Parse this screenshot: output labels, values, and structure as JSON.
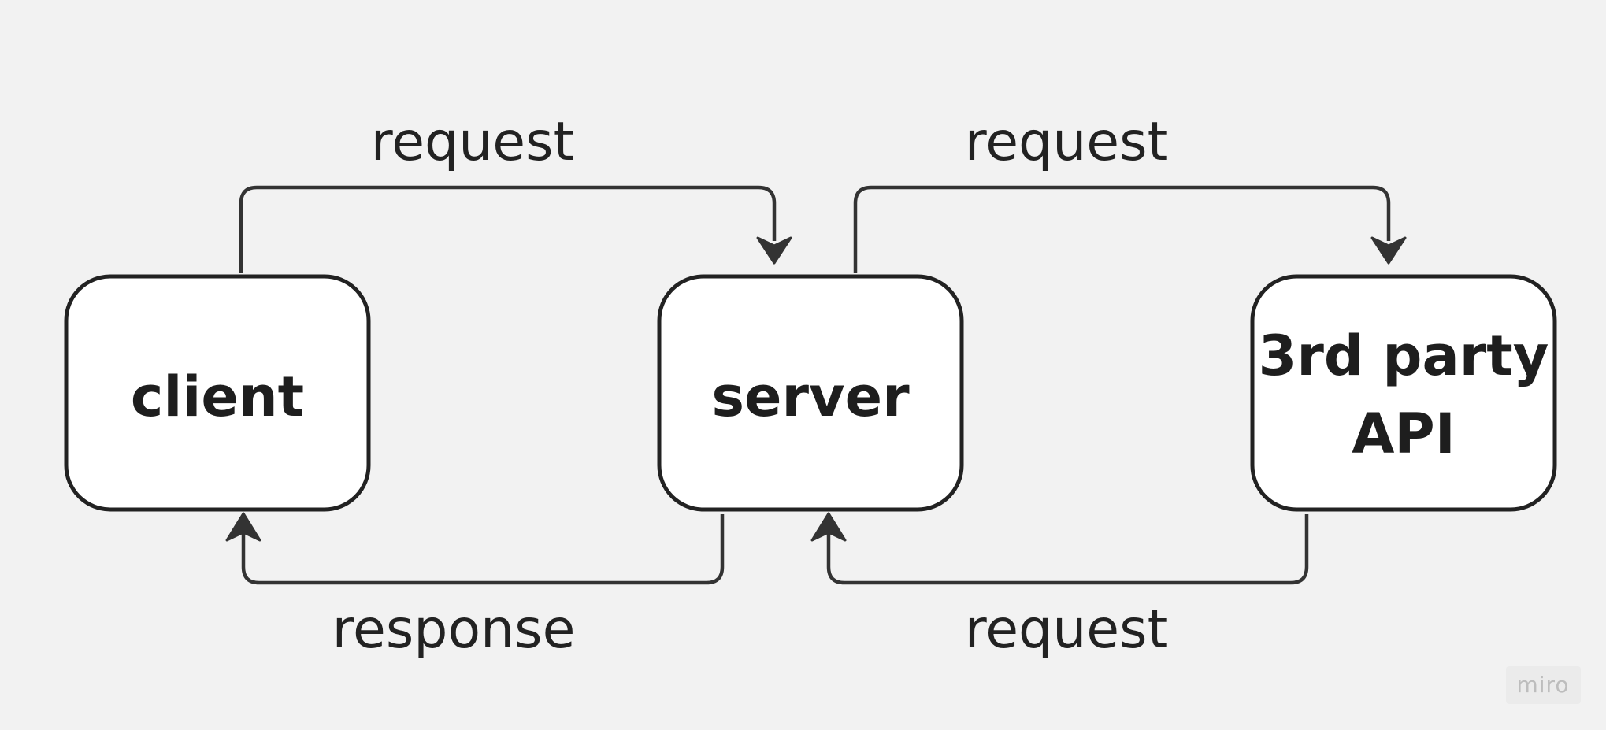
{
  "nodes": {
    "client": {
      "label": "client"
    },
    "server": {
      "label": "server"
    },
    "api": {
      "line1": "3rd party",
      "line2": "API"
    }
  },
  "edges": {
    "client_to_server": {
      "label": "request"
    },
    "server_to_client": {
      "label": "response"
    },
    "server_to_api": {
      "label": "request"
    },
    "api_to_server": {
      "label": "request"
    }
  },
  "watermark": {
    "text": "miro"
  },
  "colors": {
    "background": "#f2f2f2",
    "box_fill": "#ffffff",
    "stroke": "#222222",
    "text": "#1e1e1e"
  }
}
